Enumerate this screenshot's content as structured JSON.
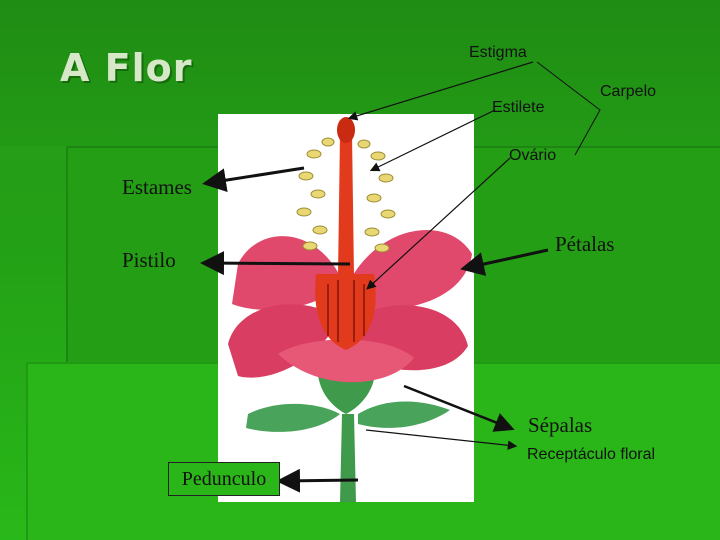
{
  "slide": {
    "title": "A Flor"
  },
  "labels": {
    "estigma": "Estigma",
    "estilete": "Estilete",
    "carpelo": "Carpelo",
    "ovario": "Ovário",
    "estames": "Estames",
    "pistilo": "Pistilo",
    "petalas": "Pétalas",
    "sepalas": "Sépalas",
    "receptaculo": "Receptáculo floral",
    "pedunculo": "Pedunculo"
  },
  "colors": {
    "background": "#23a016",
    "petal": "#e0496b",
    "pistil": "#e23a1c",
    "stamen": "#e8d772",
    "sepal": "#3f9a4c",
    "arrow": "#111111"
  }
}
